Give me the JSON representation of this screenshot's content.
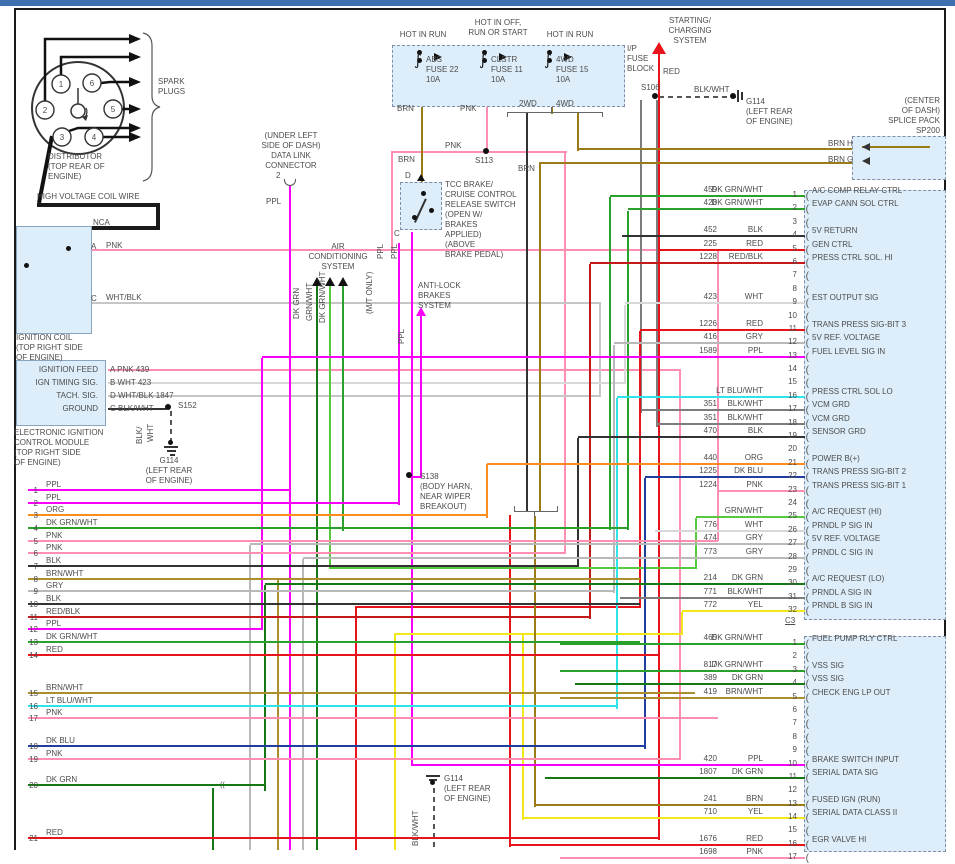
{
  "palette": {
    "PPL": "#fa00fa",
    "PNK": "#ff8fb0",
    "ORG": "#ff8d1e",
    "DK_GRN": "#157815",
    "DK_GRN_WHT": "#2aa12a",
    "GRN_WHT": "#56c93f",
    "BLK": "#333333",
    "BLK_WHT": "#7d7d7d",
    "BRN": "#9a7b16",
    "BRN_WHT": "#ab8f2e",
    "GRY": "#b9b9b9",
    "RED": "#e8131b",
    "RED_BLK": "#c51a1a",
    "DK_BLU": "#203e9e",
    "LT_BLU_WHT": "#2fe3ea",
    "YEL": "#f2e718",
    "WHT": "#d8d8d8",
    "WHT_BLK": "#c6c6c6"
  },
  "distributor": {
    "plugs": [
      "1",
      "6",
      "2",
      "5",
      "3",
      "4"
    ]
  },
  "labels": {
    "spark": "SPARK\nPLUGS",
    "distributor": "DISTRIBUTOR\n(TOP REAR OF\nENGINE)",
    "hv": "HIGH VOLTAGE COIL WIRE",
    "nca": "NCA",
    "coilA": "A",
    "coilApnk": "PNK",
    "coilC": "C",
    "coilCwb": "WHT/BLK",
    "coil": "IGNITION COIL\n(TOP RIGHT SIDE\nOF ENGINE)",
    "eicm_pins": "IGNITION FEED\nIGN TIMING SIG.\nTACH. SIG.\nGROUND",
    "eicm_wires": "A  PNK  439\nB  WHT  423\nD  WHT/BLK  1847\nC  BLK/WHT",
    "eicm": "ELECTRONIC IGNITION\nCONTROL MODULE\n(TOP RIGHT SIDE\nOF ENGINE)",
    "s152": "S152",
    "blk1": "BLK/",
    "wht1": "WHT",
    "g114a": "G114\n(LEFT REAR\nOF ENGINE)",
    "dlc": "(UNDER LEFT\nSIDE OF DASH)\nDATA LINK\nCONNECTOR",
    "dlc2": "2",
    "dlcppl": "PPL",
    "ac": "AIR\nCONDITIONING\nSYSTEM",
    "acw1": "DK GRN",
    "acw2": "GRN/WHT",
    "acw3": "DK GRN/WHT",
    "mt": "(M/T ONLY)",
    "ppl1": "PPL",
    "ppl2": "PPL",
    "ppl3": "PPL",
    "tcc": "TCC BRAKE/\nCRUISE CONTROL\nRELEASE SWITCH\n(OPEN W/\nBRAKES\nAPPLIED)\n(ABOVE\nBRAKE PEDAL)",
    "tccD": "D",
    "tccC": "C",
    "abs": "ANTI-LOCK\nBRAKES\nSYSTEM",
    "s138": "S138\n(BODY HARN,\nNEAR WIPER\nBREAKOUT)",
    "g114b": "G114\n(LEFT REAR\nOF ENGINE)",
    "blk2": "BLK/WHT",
    "hot1": "HOT IN RUN",
    "hot2": "HOT IN OFF,\nRUN OR START",
    "hot3": "HOT IN RUN",
    "ip": "I/P\nFUSE\nBLOCK",
    "brn1": "BRN",
    "pnk1": "PNK",
    "pnk2": "PNK",
    "brn2": "BRN",
    "s113": "S113",
    "brn3": "BRN",
    "wd2": "2WD",
    "wd4": "4WD",
    "chg": "STARTING/\nCHARGING\nSYSTEM",
    "red1": "RED",
    "s106": "S106",
    "blkwht": "BLK/WHT",
    "g114c": "G114\n(LEFT REAR\nOF ENGINE)",
    "sp200": "(CENTER\nOF DASH)\nSPLICE PACK\nSP200",
    "brnH": "BRN",
    "hpin": "H",
    "brnG": "BRN",
    "gpin": "G",
    "c3": "C3"
  },
  "fuse_block": {
    "fuses": [
      {
        "name": "ABS",
        "id": "FUSE 22",
        "amps": "10A"
      },
      {
        "name": "CLSTR",
        "id": "FUSE 11",
        "amps": "10A"
      },
      {
        "name": "4WD",
        "id": "FUSE 15",
        "amps": "10A"
      }
    ]
  },
  "left_wires": {
    "g1": [
      {
        "num": "1",
        "label": "PPL",
        "c": "PPL"
      },
      {
        "num": "2",
        "label": "PPL",
        "c": "PPL"
      },
      {
        "num": "3",
        "label": "ORG",
        "c": "ORG"
      },
      {
        "num": "4",
        "label": "DK GRN/WHT",
        "c": "DK_GRN_WHT"
      },
      {
        "num": "5",
        "label": "PNK",
        "c": "PNK"
      },
      {
        "num": "6",
        "label": "PNK",
        "c": "PNK"
      },
      {
        "num": "7",
        "label": "BLK",
        "c": "BLK"
      },
      {
        "num": "8",
        "label": "BRN/WHT",
        "c": "BRN_WHT"
      },
      {
        "num": "9",
        "label": "GRY",
        "c": "GRY"
      },
      {
        "num": "10",
        "label": "BLK",
        "c": "BLK"
      },
      {
        "num": "11",
        "label": "RED/BLK",
        "c": "RED_BLK"
      },
      {
        "num": "12",
        "label": "PPL",
        "c": "PPL"
      },
      {
        "num": "13",
        "label": "DK GRN/WHT",
        "c": "DK_GRN_WHT"
      },
      {
        "num": "14",
        "label": "RED",
        "c": "RED"
      }
    ],
    "g2": [
      {
        "num": "15",
        "label": "BRN/WHT",
        "c": "BRN_WHT"
      },
      {
        "num": "16",
        "label": "LT BLU/WHT",
        "c": "LT_BLU_WHT"
      },
      {
        "num": "17",
        "label": "PNK",
        "c": "PNK"
      }
    ],
    "g3": [
      {
        "num": "18",
        "label": "DK BLU",
        "c": "DK_BLU"
      },
      {
        "num": "19",
        "label": "PNK",
        "c": "PNK"
      }
    ],
    "g4": [
      {
        "num": "20",
        "label": "DK GRN",
        "c": "DK_GRN"
      }
    ],
    "g5": [
      {
        "num": "21",
        "label": "RED",
        "c": "RED"
      }
    ]
  },
  "c2": {
    "pins": [
      {
        "pin": "1",
        "id": "459",
        "color": "DK GRN/WHT",
        "c": "DK_GRN_WHT",
        "label": "A/C COMP RELAY CTRL"
      },
      {
        "pin": "2",
        "id": "428",
        "color": "DK GRN/WHT",
        "c": "DK_GRN_WHT",
        "label": "EVAP CANN SOL CTRL"
      },
      {
        "pin": "3",
        "id": "",
        "color": "",
        "c": "",
        "label": ""
      },
      {
        "pin": "4",
        "id": "452",
        "color": "BLK",
        "c": "BLK",
        "label": "5V RETURN"
      },
      {
        "pin": "5",
        "id": "225",
        "color": "RED",
        "c": "RED",
        "label": "GEN CTRL"
      },
      {
        "pin": "6",
        "id": "1228",
        "color": "RED/BLK",
        "c": "RED_BLK",
        "label": "PRESS CTRL SOL. HI"
      },
      {
        "pin": "7",
        "id": "",
        "color": "",
        "c": "",
        "label": ""
      },
      {
        "pin": "8",
        "id": "",
        "color": "",
        "c": "",
        "label": ""
      },
      {
        "pin": "9",
        "id": "423",
        "color": "WHT",
        "c": "WHT",
        "label": "EST OUTPUT SIG"
      },
      {
        "pin": "10",
        "id": "",
        "color": "",
        "c": "",
        "label": ""
      },
      {
        "pin": "11",
        "id": "1226",
        "color": "RED",
        "c": "RED",
        "label": "TRANS PRESS SIG-BIT 3"
      },
      {
        "pin": "12",
        "id": "416",
        "color": "GRY",
        "c": "GRY",
        "label": "5V REF. VOLTAGE"
      },
      {
        "pin": "13",
        "id": "1589",
        "color": "PPL",
        "c": "PPL",
        "label": "FUEL LEVEL SIG IN"
      },
      {
        "pin": "14",
        "id": "",
        "color": "",
        "c": "",
        "label": ""
      },
      {
        "pin": "15",
        "id": "",
        "color": "",
        "c": "",
        "label": ""
      },
      {
        "pin": "16",
        "id": "",
        "color": "LT BLU/WHT",
        "c": "LT_BLU_WHT",
        "label": "PRESS CTRL SOL LO"
      },
      {
        "pin": "17",
        "id": "351",
        "color": "BLK/WHT",
        "c": "BLK_WHT",
        "label": "VCM GRD"
      },
      {
        "pin": "18",
        "id": "351",
        "color": "BLK/WHT",
        "c": "BLK_WHT",
        "label": "VCM GRD"
      },
      {
        "pin": "19",
        "id": "470",
        "color": "BLK",
        "c": "BLK",
        "label": "SENSOR GRD"
      },
      {
        "pin": "20",
        "id": "",
        "color": "",
        "c": "",
        "label": ""
      },
      {
        "pin": "21",
        "id": "440",
        "color": "ORG",
        "c": "ORG",
        "label": "POWER B(+)"
      },
      {
        "pin": "22",
        "id": "1225",
        "color": "DK BLU",
        "c": "DK_BLU",
        "label": "TRANS PRESS SIG-BIT 2"
      },
      {
        "pin": "23",
        "id": "1224",
        "color": "PNK",
        "c": "PNK",
        "label": "TRANS PRESS SIG-BIT 1"
      },
      {
        "pin": "24",
        "id": "",
        "color": "",
        "c": "",
        "label": ""
      },
      {
        "pin": "25",
        "id": "",
        "color": "GRN/WHT",
        "c": "GRN_WHT",
        "label": "A/C REQUEST (HI)"
      },
      {
        "pin": "26",
        "id": "776",
        "color": "WHT",
        "c": "WHT",
        "label": "PRNDL P SIG IN"
      },
      {
        "pin": "27",
        "id": "474",
        "color": "GRY",
        "c": "GRY",
        "label": "5V REF. VOLTAGE"
      },
      {
        "pin": "28",
        "id": "773",
        "color": "GRY",
        "c": "GRY",
        "label": "PRNDL C SIG IN"
      },
      {
        "pin": "29",
        "id": "",
        "color": "",
        "c": "",
        "label": ""
      },
      {
        "pin": "30",
        "id": "214",
        "color": "DK GRN",
        "c": "DK_GRN",
        "label": "A/C REQUEST (LO)"
      },
      {
        "pin": "31",
        "id": "771",
        "color": "BLK/WHT",
        "c": "BLK_WHT",
        "label": "PRNDL A SIG IN"
      },
      {
        "pin": "32",
        "id": "772",
        "color": "YEL",
        "c": "YEL",
        "label": "PRNDL B SIG IN"
      }
    ]
  },
  "c3": {
    "pins": [
      {
        "pin": "1",
        "id": "465",
        "color": "DK GRN/WHT",
        "c": "DK_GRN_WHT",
        "label": "FUEL PUMP RLY CTRL"
      },
      {
        "pin": "2",
        "id": "",
        "color": "",
        "c": "",
        "label": ""
      },
      {
        "pin": "3",
        "id": "817",
        "color": "DK GRN/WHT",
        "c": "DK_GRN_WHT",
        "label": "VSS SIG"
      },
      {
        "pin": "4",
        "id": "389",
        "color": "DK GRN",
        "c": "DK_GRN",
        "label": "VSS SIG"
      },
      {
        "pin": "5",
        "id": "419",
        "color": "BRN/WHT",
        "c": "BRN_WHT",
        "label": "CHECK ENG LP OUT"
      },
      {
        "pin": "6",
        "id": "",
        "color": "",
        "c": "",
        "label": ""
      },
      {
        "pin": "7",
        "id": "",
        "color": "",
        "c": "",
        "label": ""
      },
      {
        "pin": "8",
        "id": "",
        "color": "",
        "c": "",
        "label": ""
      },
      {
        "pin": "9",
        "id": "",
        "color": "",
        "c": "",
        "label": ""
      },
      {
        "pin": "10",
        "id": "420",
        "color": "PPL",
        "c": "PPL",
        "label": "BRAKE SWITCH INPUT"
      },
      {
        "pin": "11",
        "id": "1807",
        "color": "DK GRN",
        "c": "DK_GRN",
        "label": "SERIAL DATA SIG"
      },
      {
        "pin": "12",
        "id": "",
        "color": "",
        "c": "",
        "label": ""
      },
      {
        "pin": "13",
        "id": "241",
        "color": "BRN",
        "c": "BRN",
        "label": "FUSED IGN (RUN)"
      },
      {
        "pin": "14",
        "id": "710",
        "color": "YEL",
        "c": "YEL",
        "label": "SERIAL DATA CLASS II"
      },
      {
        "pin": "15",
        "id": "",
        "color": "",
        "c": "",
        "label": ""
      },
      {
        "pin": "16",
        "id": "1676",
        "color": "RED",
        "c": "RED",
        "label": "EGR VALVE HI"
      },
      {
        "pin": "17",
        "id": "1698",
        "color": "PNK",
        "c": "PNK",
        "label": ""
      }
    ]
  }
}
